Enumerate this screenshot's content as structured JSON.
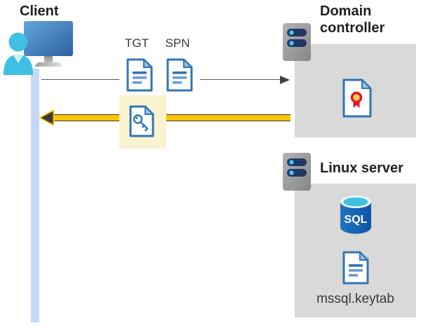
{
  "client": {
    "label": "Client"
  },
  "tickets": {
    "tgt_label": "TGT",
    "spn_label": "SPN"
  },
  "domain_controller": {
    "label": "Domain controller"
  },
  "linux_server": {
    "label": "Linux server",
    "sql_label": "SQL",
    "keytab_label": "mssql.keytab"
  },
  "icons": {
    "client": "client-person-monitor-icon",
    "tgt": "tgt-document-icon",
    "spn": "spn-document-icon",
    "key_ticket": "key-document-icon",
    "domain_controller": "server-icon",
    "certificate": "certificate-icon",
    "linux": "server-icon",
    "sql": "sql-database-icon",
    "keytab": "keytab-document-icon"
  },
  "colors": {
    "accent_gold": "#FFC400",
    "highlight_yellow": "#FAF3CF",
    "panel_gray": "#D9D9D9",
    "doc_blue": "#2E75B6",
    "fold_blue": "#9DC3E6",
    "timeline_blue": "#C3D9F6",
    "arrow_gray": "#595959",
    "server_bar_navy": "#1F3864",
    "server_dot_cyan": "#44C7F4",
    "person_cyan": "#3FBFE4",
    "rosette_red": "#E8112D",
    "rosette_yellow": "#FFD34D"
  }
}
